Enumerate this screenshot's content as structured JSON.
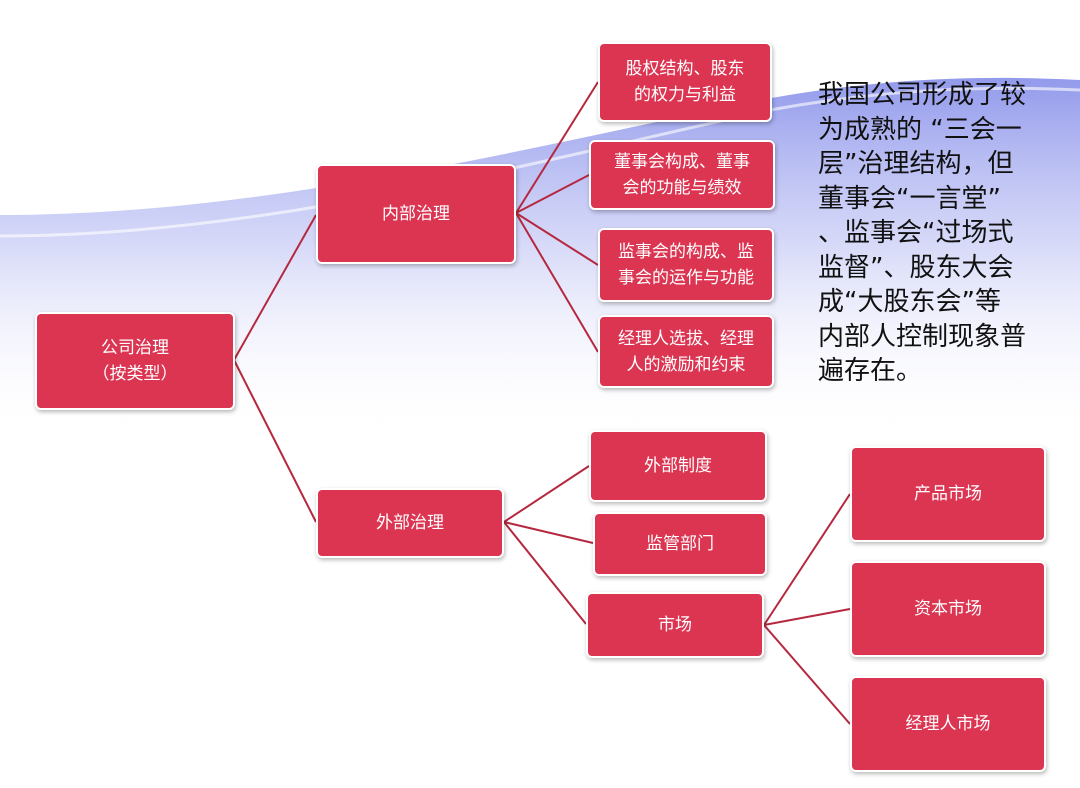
{
  "diagram": {
    "root": {
      "line1": "公司治理",
      "line2": "（按类型）"
    },
    "internal": {
      "label": "内部治理",
      "children": [
        {
          "line1": "股权结构、股东",
          "line2": "的权力与利益"
        },
        {
          "line1": "董事会构成、董事",
          "line2": "会的功能与绩效"
        },
        {
          "line1": "监事会的构成、监",
          "line2": "事会的运作与功能"
        },
        {
          "line1": "经理人选拔、经理",
          "line2": "人的激励和约束"
        }
      ]
    },
    "external": {
      "label": "外部治理",
      "children": [
        {
          "label": "外部制度"
        },
        {
          "label": "监管部门"
        },
        {
          "label": "市场"
        }
      ],
      "markets": [
        {
          "label": "产品市场"
        },
        {
          "label": "资本市场"
        },
        {
          "label": "经理人市场"
        }
      ]
    }
  },
  "note": {
    "lines": [
      "我国公司形成了较",
      "为成熟的 “三会一",
      "层”治理结构，但",
      "董事会“一言堂”",
      "、监事会“过场式",
      "监督”、股东大会",
      "成“大股东会”等",
      "内部人控制现象普",
      "遍存在。"
    ]
  },
  "colors": {
    "node_fill": "#db3552",
    "connector": "#b5283f",
    "wave": "#8a92ea"
  }
}
